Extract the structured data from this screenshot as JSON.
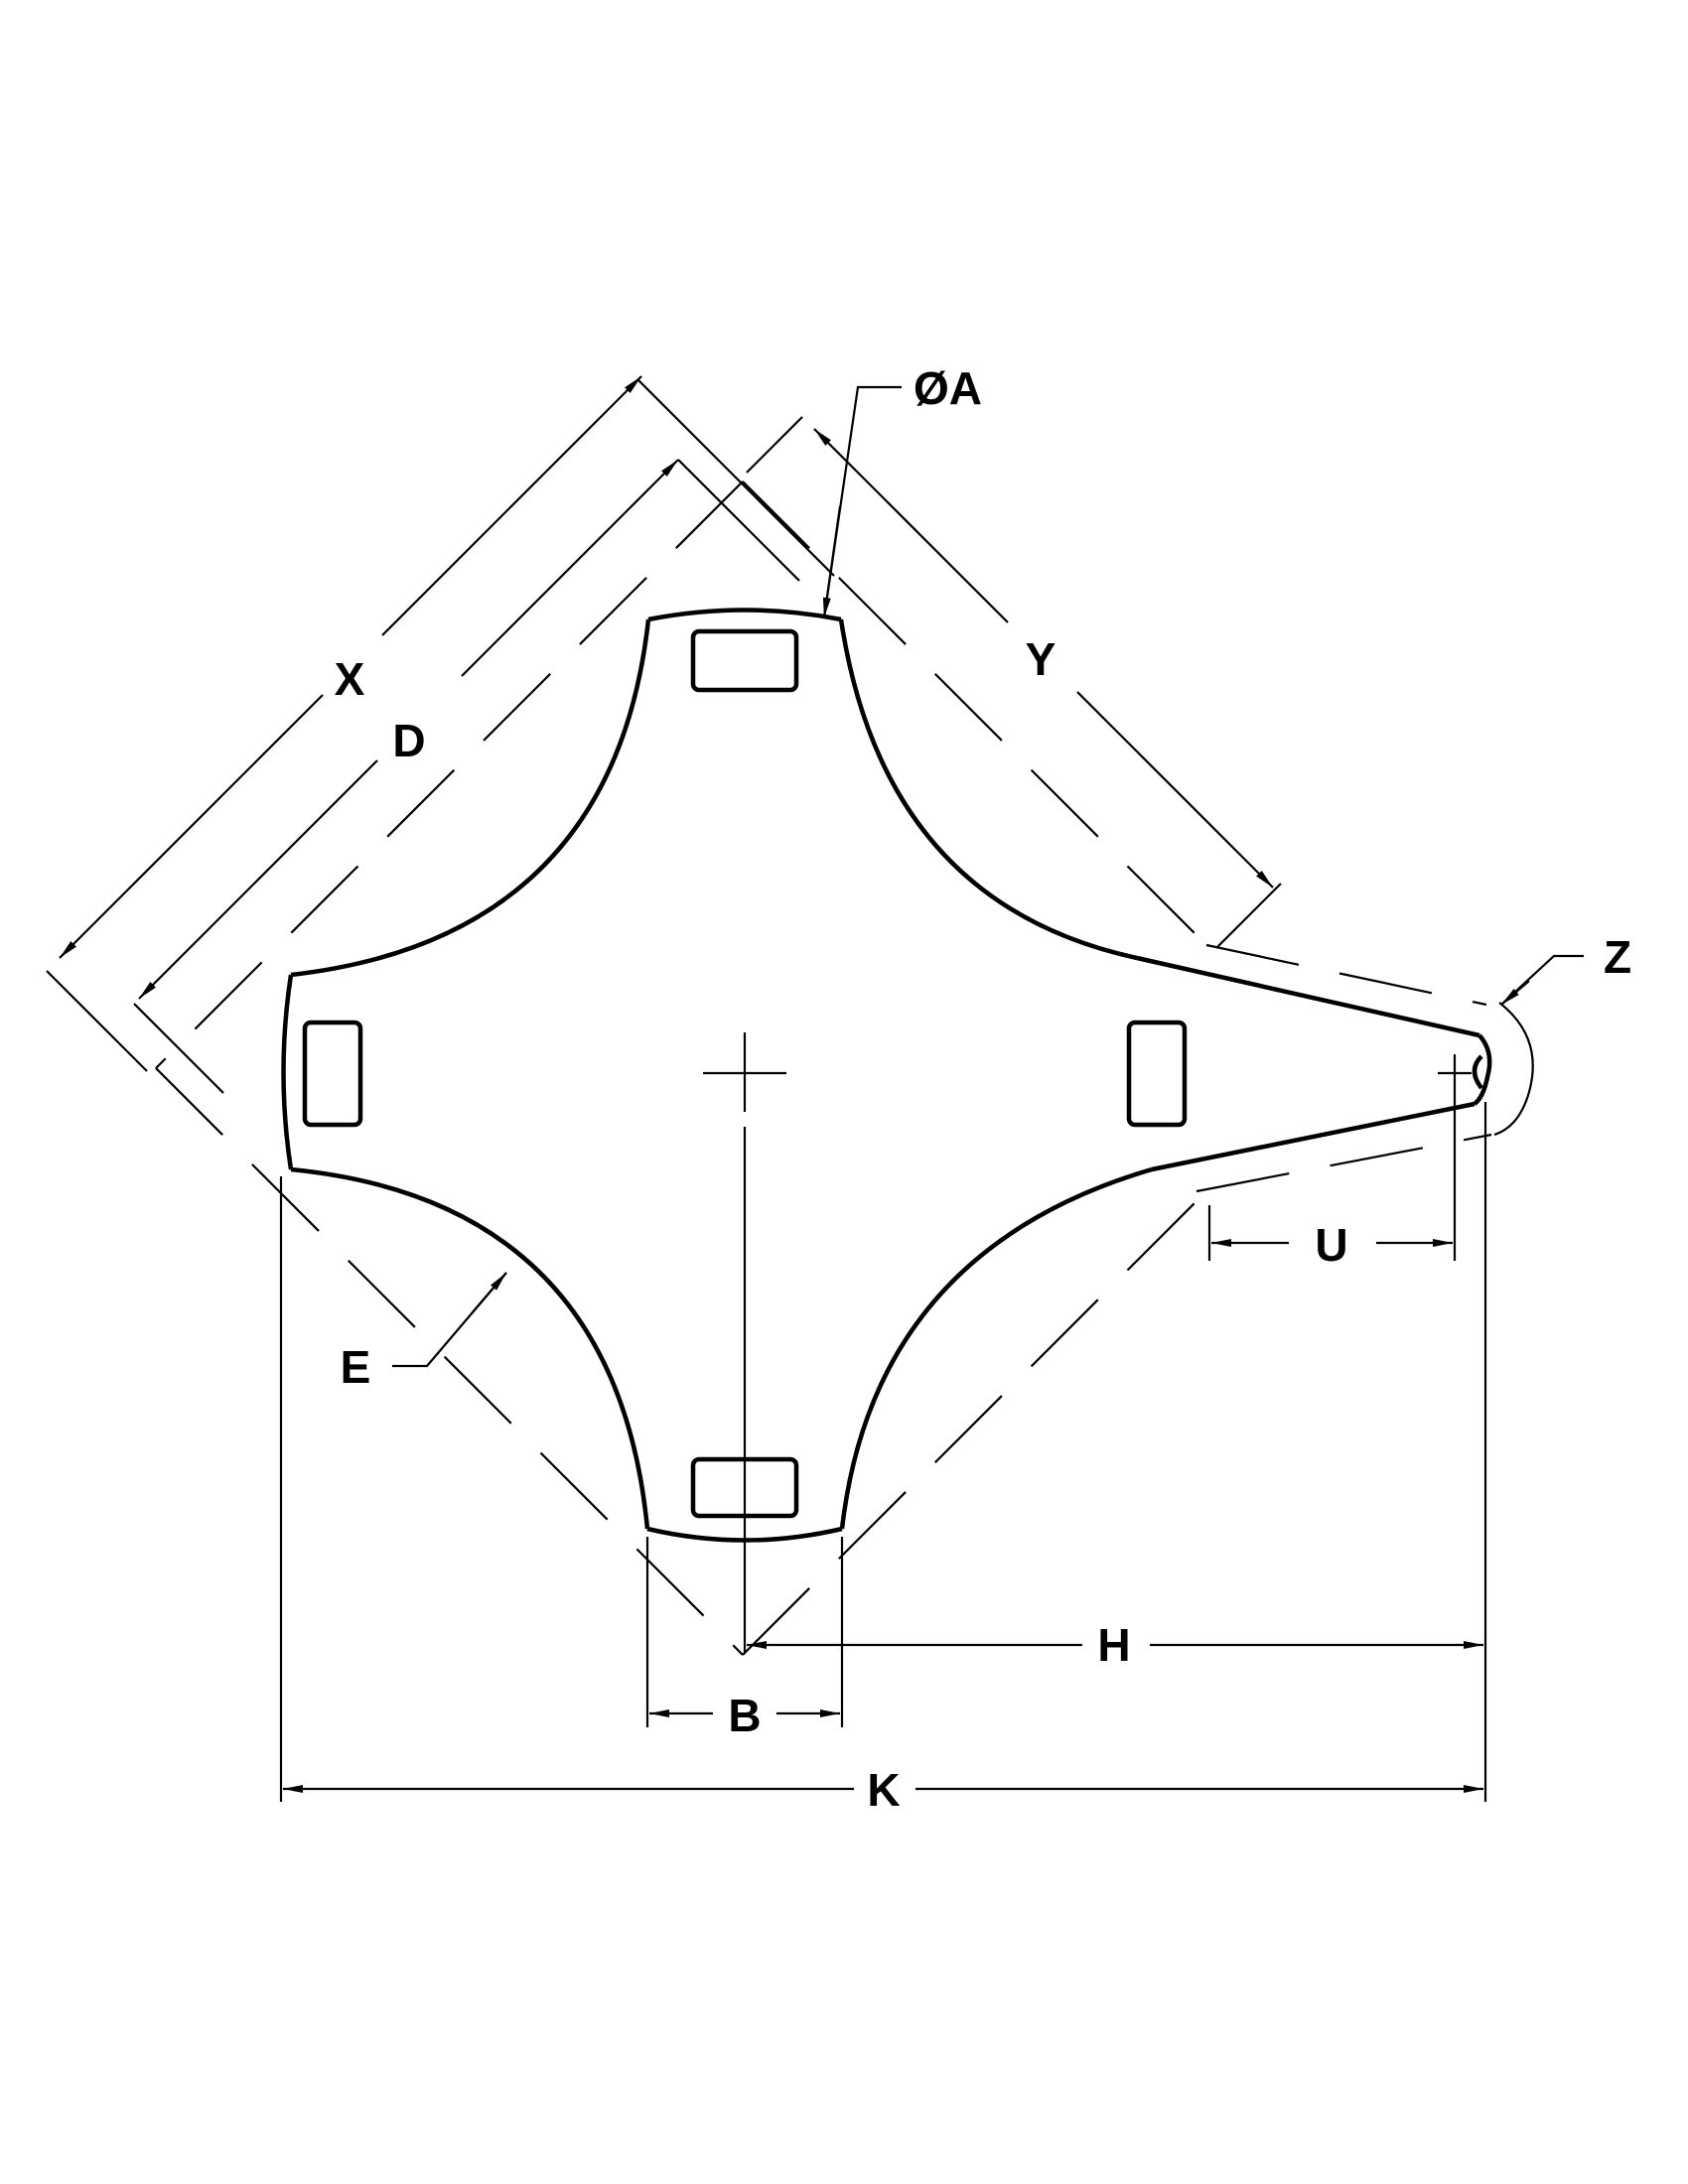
{
  "labels": {
    "x": "X",
    "d": "D",
    "y": "Y",
    "a": "ØA",
    "z": "Z",
    "u": "U",
    "e": "E",
    "h": "H",
    "b": "B",
    "k": "K"
  },
  "colors": {
    "line": "#000000",
    "background": "#ffffff"
  }
}
